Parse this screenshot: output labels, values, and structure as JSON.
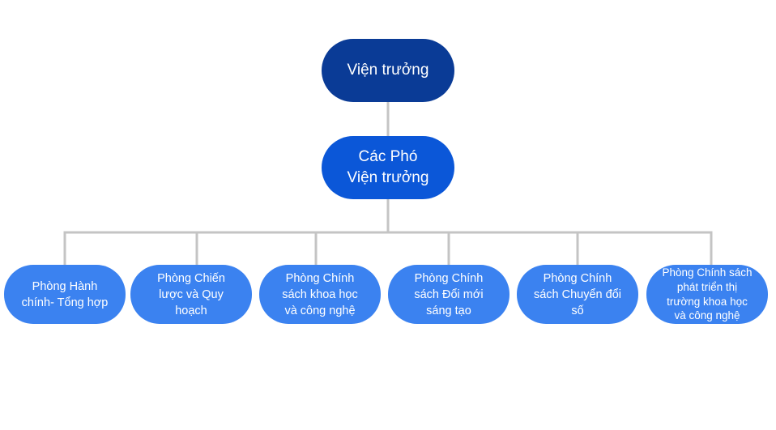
{
  "org_chart": {
    "director": {
      "label": "Viện trưởng"
    },
    "deputy": {
      "line1": "Các Phó",
      "line2": "Viện trưởng"
    },
    "departments": [
      {
        "line1": "Phòng Hành",
        "line2": "chính- Tổng hợp"
      },
      {
        "line1": "Phòng Chiến",
        "line2": "lược và Quy",
        "line3": "hoạch"
      },
      {
        "line1": "Phòng Chính",
        "line2": "sách khoa học",
        "line3": "và công nghệ"
      },
      {
        "line1": "Phòng Chính",
        "line2": "sách Đổi mới",
        "line3": "sáng tạo"
      },
      {
        "line1": "Phòng Chính",
        "line2": "sách Chuyển đổi",
        "line3": "số"
      },
      {
        "line1": "Phòng Chính sách",
        "line2": "phát triển thị",
        "line3": "trường khoa học",
        "line4": "và công nghệ"
      }
    ]
  },
  "colors": {
    "director_fill": "#0a3b96",
    "deputy_fill": "#0b57d8",
    "department_fill": "#3b82f0",
    "connector": "#c4c4c4",
    "text": "#ffffff"
  }
}
